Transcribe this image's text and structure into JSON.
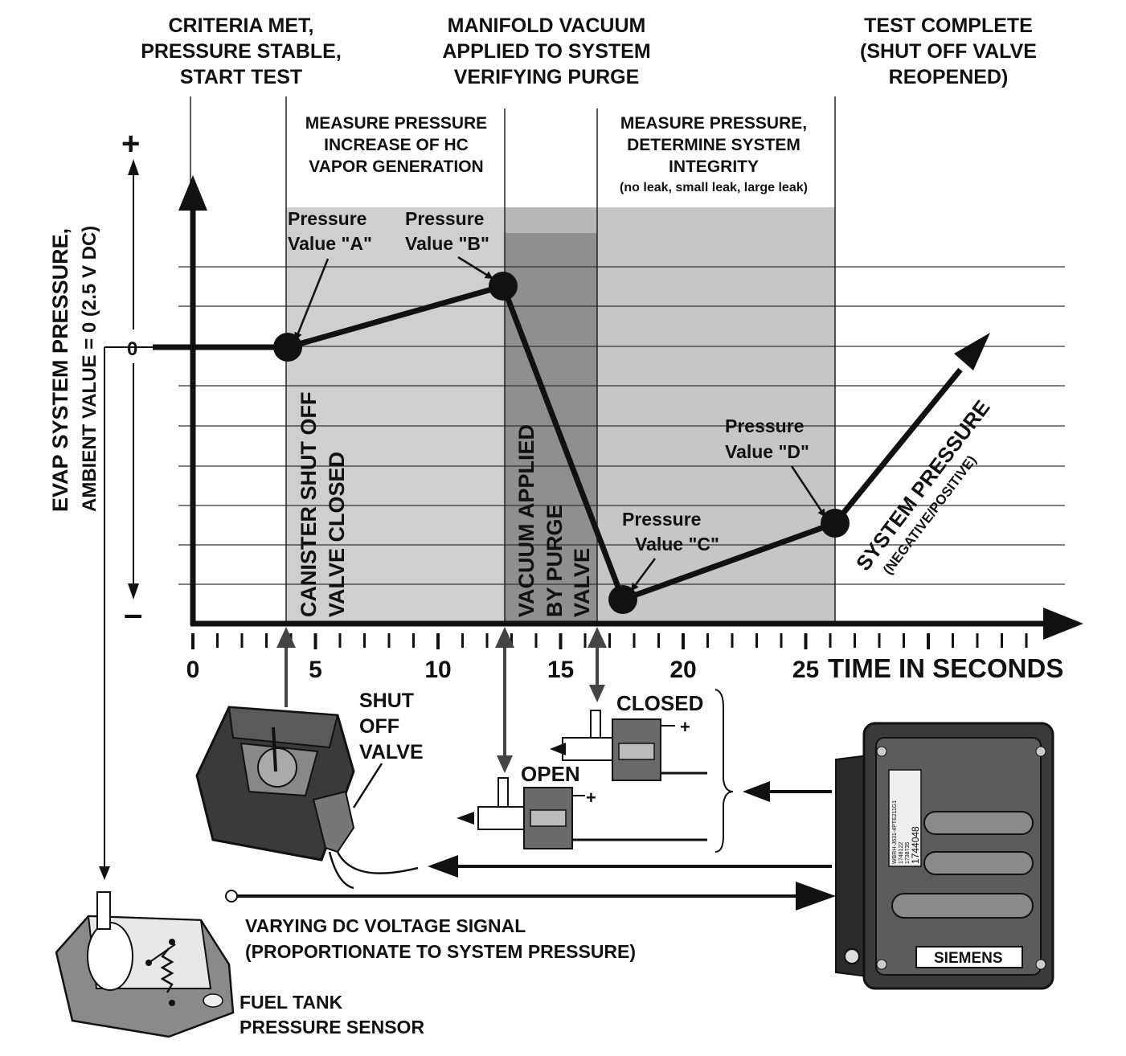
{
  "colors": {
    "ink": "#111111",
    "shade_light": "#cfcfcf",
    "shade_mid": "#b5b5b5",
    "shade_dark": "#8f8f8f",
    "grid": "#333333"
  },
  "top_labels": {
    "criteria": [
      "CRITERIA MET,",
      "PRESSURE STABLE,",
      "START TEST"
    ],
    "manifold": [
      "MANIFOLD VACUUM",
      "APPLIED TO SYSTEM",
      "VERIFYING PURGE"
    ],
    "complete": [
      "TEST COMPLETE",
      "(SHUT OFF VALVE",
      "REOPENED)"
    ]
  },
  "phase_labels": {
    "hc": [
      "MEASURE PRESSURE",
      "INCREASE OF HC",
      "VAPOR GENERATION"
    ],
    "integrity": [
      "MEASURE PRESSURE,",
      "DETERMINE SYSTEM",
      "INTEGRITY"
    ],
    "integrity_note": "(no leak, small leak, large leak)"
  },
  "y_axis": {
    "title_line1": "EVAP SYSTEM PRESSURE,",
    "title_line2": "AMBIENT VALUE = 0 (2.5 V DC)",
    "plus": "+",
    "zero": "0",
    "minus": "–"
  },
  "x_axis": {
    "title": "TIME IN SECONDS",
    "tick_labels": [
      "0",
      "5",
      "10",
      "15",
      "20",
      "25"
    ],
    "tick_values": [
      0,
      5,
      10,
      15,
      20,
      25
    ]
  },
  "vertical_labels": {
    "canister": [
      "CANISTER SHUT OFF",
      "VALVE CLOSED"
    ],
    "vacuum": [
      "VACUUM APPLIED",
      "BY PURGE",
      "VALVE"
    ]
  },
  "pressure_points": {
    "a": [
      "Pressure",
      "Value \"A\""
    ],
    "b": [
      "Pressure",
      "Value \"B\""
    ],
    "c": [
      "Pressure",
      "Value \"C\""
    ],
    "d": [
      "Pressure",
      "Value \"D\""
    ]
  },
  "system_pressure": {
    "line1": "SYSTEM PRESSURE",
    "line2": "(NEGATIVE/POSITIVE)"
  },
  "components": {
    "shut_off_valve": [
      "SHUT",
      "OFF",
      "VALVE"
    ],
    "closed": "CLOSED",
    "open": "OPEN",
    "plus_closed": "+",
    "plus_open": "+",
    "signal": [
      "VARYING DC VOLTAGE SIGNAL",
      "(PROPORTIONATE  TO SYSTEM  PRESSURE)"
    ],
    "sensor": [
      "FUEL TANK",
      "PRESSURE SENSOR"
    ],
    "ecm_brand": "SIEMENS",
    "ecm_codes": [
      "WBRH-J631-4PTE211G1",
      "1748122",
      "1738735",
      "1744048"
    ]
  }
}
